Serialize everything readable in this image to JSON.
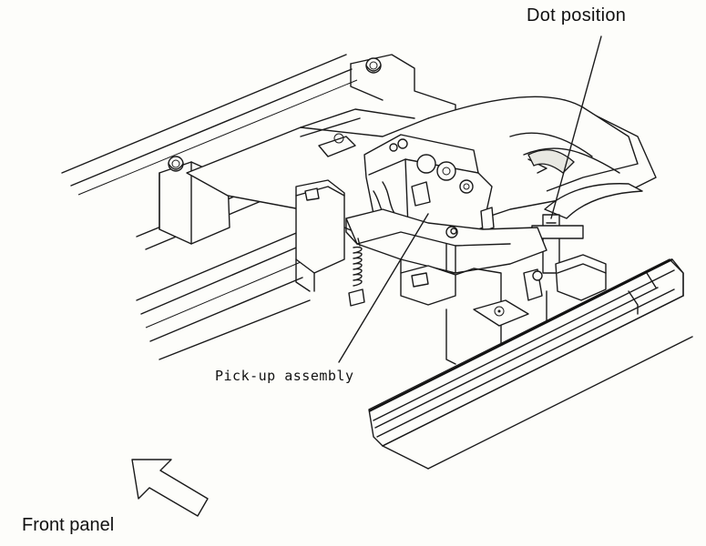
{
  "labels": {
    "dot_position": "Dot position",
    "pickup_assembly": "Pick-up assembly",
    "front_panel": "Front panel"
  },
  "icons": {
    "direction_arrow": "arrow-down-left-icon"
  },
  "colors": {
    "ink": "#1a1a1a",
    "paper": "#fdfdfa"
  }
}
